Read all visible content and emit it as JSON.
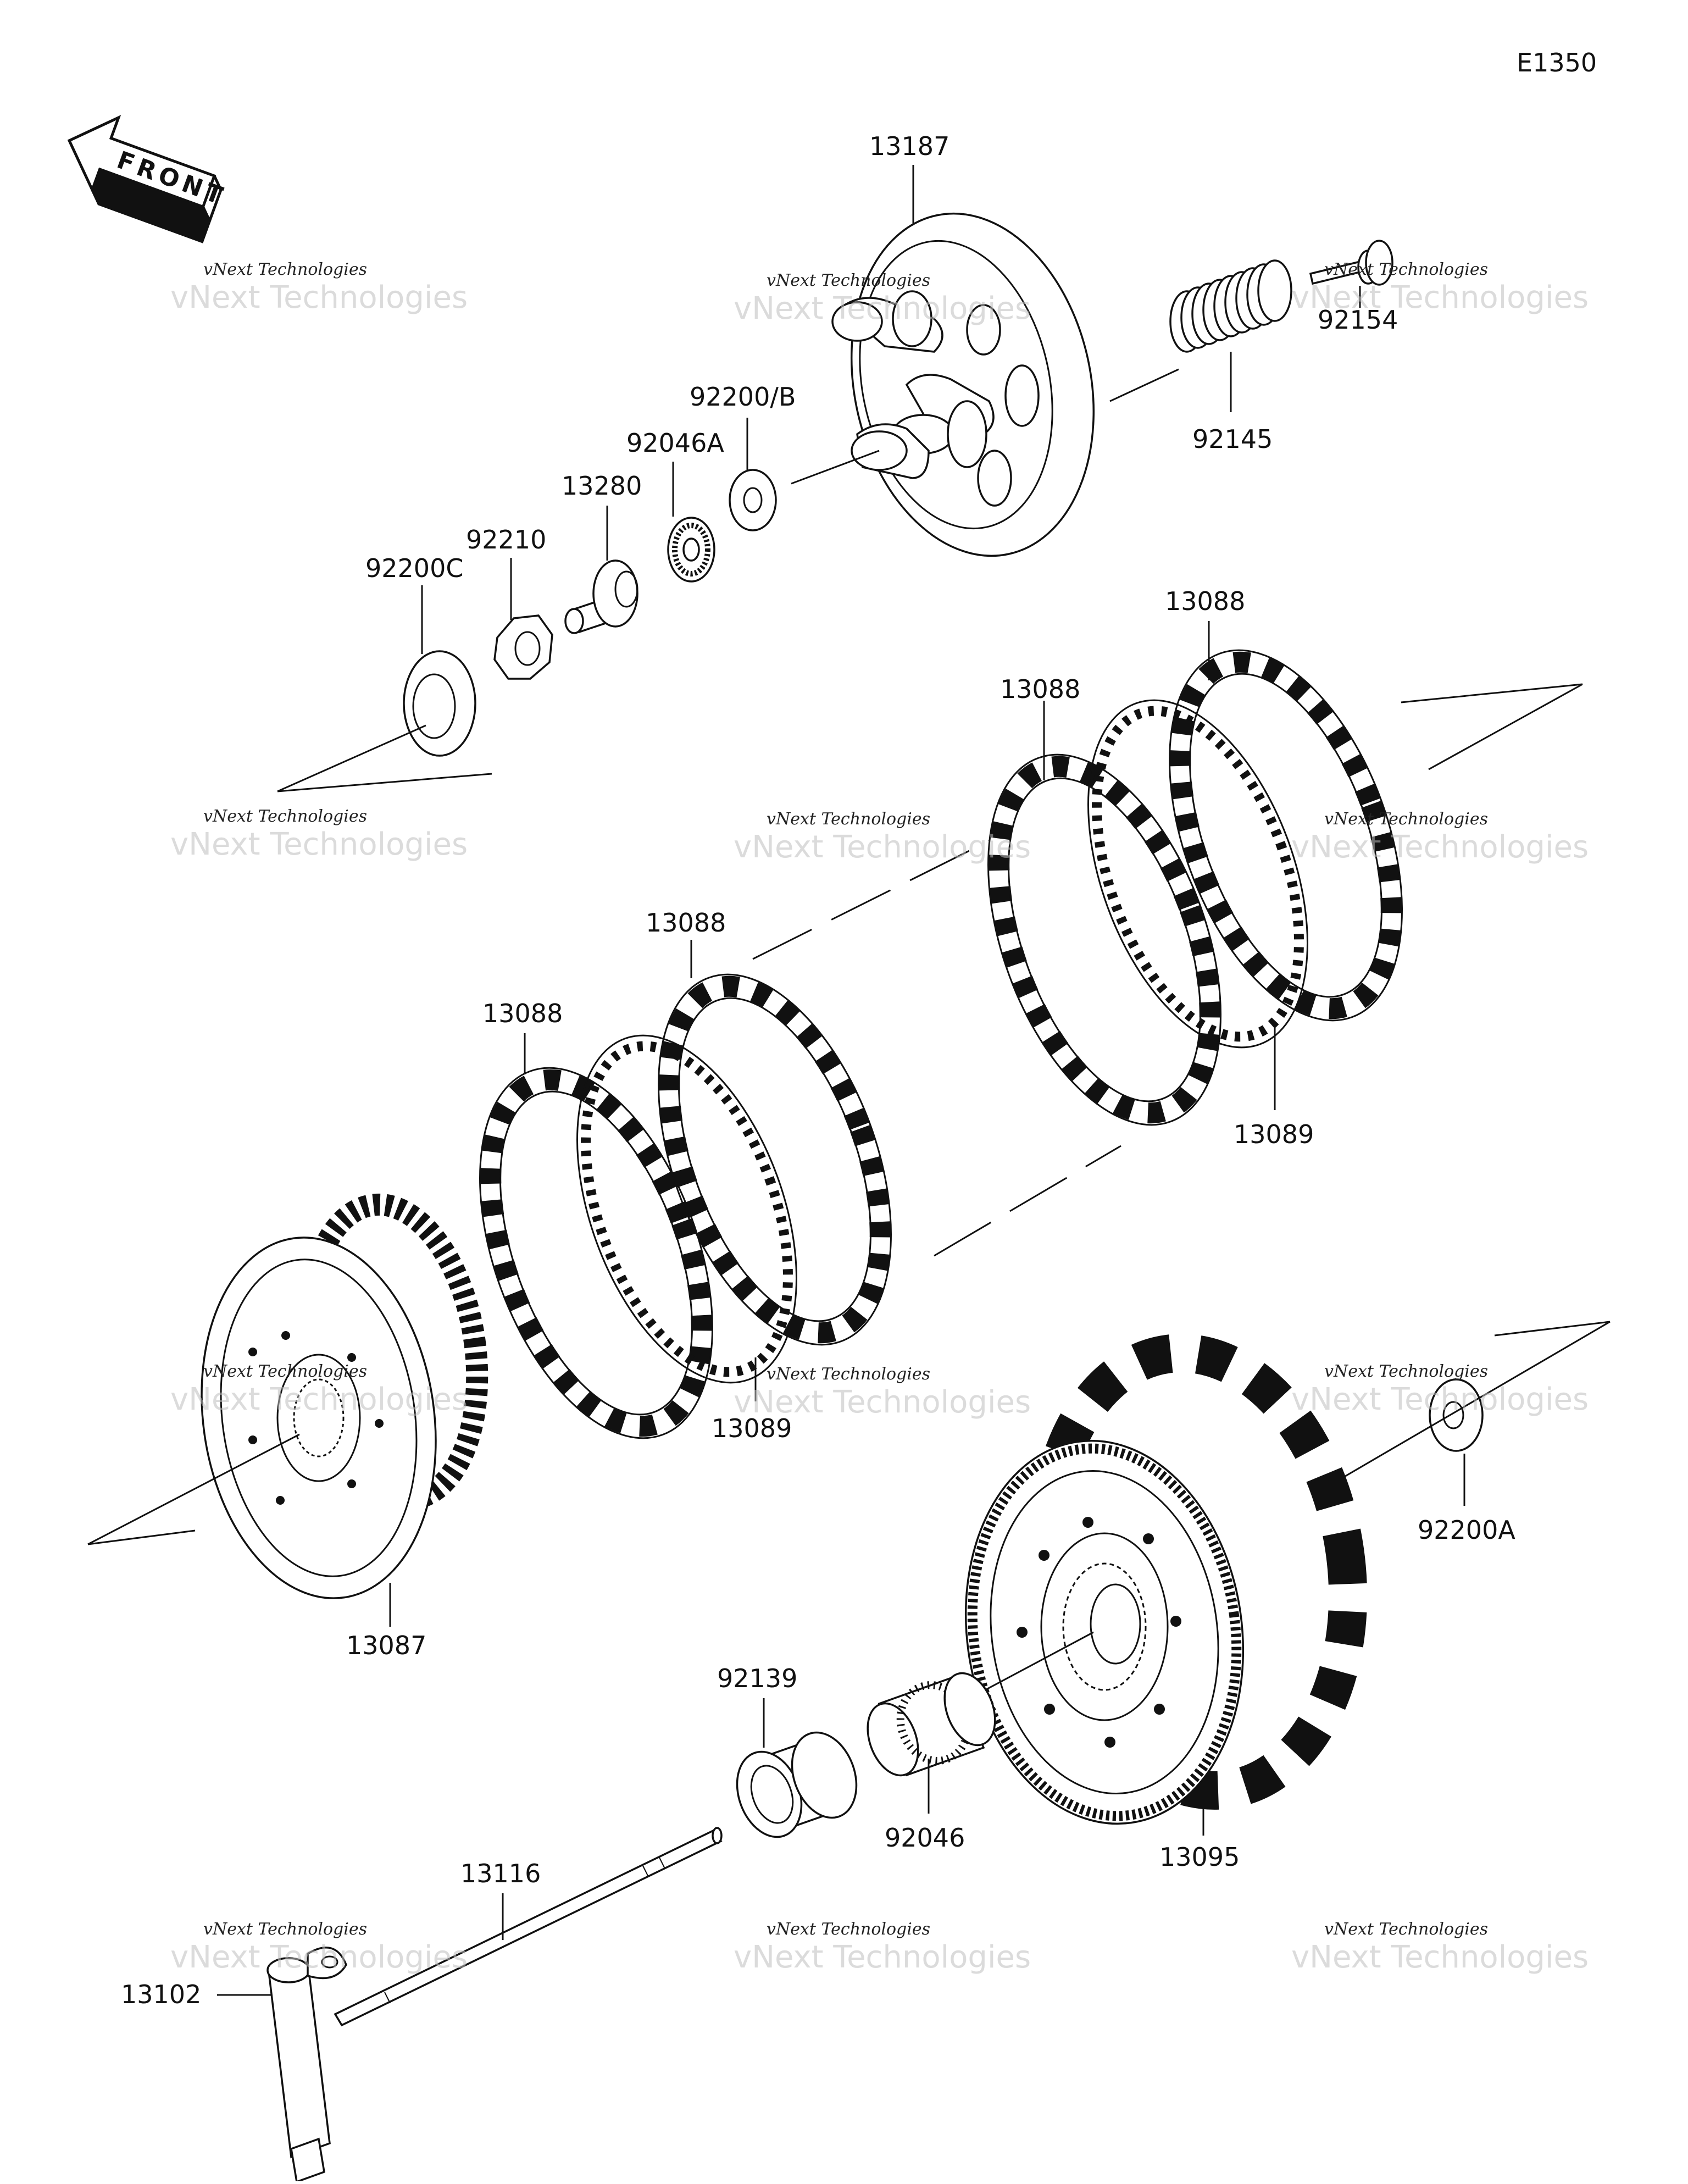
{
  "diagram_code": "E1350",
  "front_label": "FRONT",
  "watermark": {
    "line1": "vNext Technologies",
    "line2": "vNext Technologies",
    "overlay": "vNext"
  },
  "parts": {
    "p13187": "13187",
    "p92154": "92154",
    "p92145": "92145",
    "p92200b": "92200/B",
    "p92046a": "92046A",
    "p13280": "13280",
    "p92210": "92210",
    "p92200c": "92200C",
    "p13088_a": "13088",
    "p13088_b": "13088",
    "p13088_c": "13088",
    "p13088_d": "13088",
    "p13089_a": "13089",
    "p13089_b": "13089",
    "p13087": "13087",
    "p92200a": "92200A",
    "p92139": "92139",
    "p92046": "92046",
    "p13095": "13095",
    "p13116": "13116",
    "p13102": "13102"
  },
  "colors": {
    "line": "#111111",
    "watermark": "#bdbdbd",
    "background": "#ffffff"
  }
}
